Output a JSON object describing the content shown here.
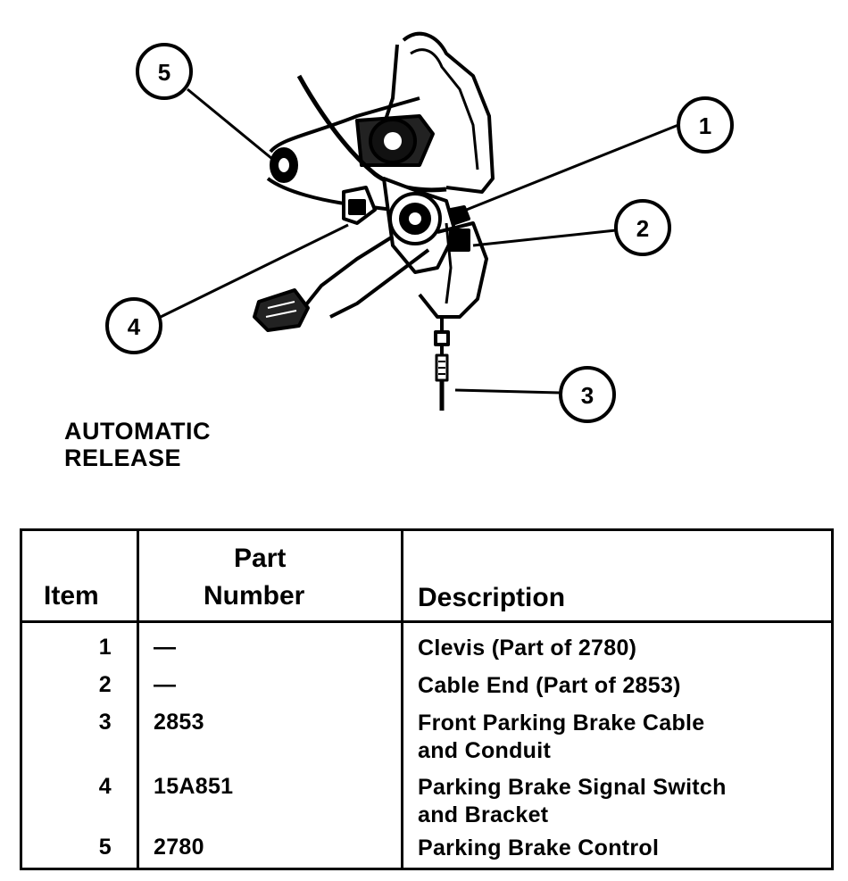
{
  "callouts": [
    "1",
    "2",
    "3",
    "4",
    "5"
  ],
  "caption": [
    "AUTOMATIC",
    "RELEASE"
  ],
  "table": {
    "headers": {
      "item": "Item",
      "part_number": [
        "Part",
        "Number"
      ],
      "description": "Description"
    },
    "rows": [
      {
        "item": "1",
        "part": "—",
        "description": [
          "Clevis (Part of 2780)"
        ]
      },
      {
        "item": "2",
        "part": "—",
        "description": [
          "Cable End (Part of 2853)"
        ]
      },
      {
        "item": "3",
        "part": "2853",
        "description": [
          "Front Parking Brake Cable",
          "and Conduit"
        ]
      },
      {
        "item": "4",
        "part": "15A851",
        "description": [
          "Parking Brake Signal Switch",
          "and Bracket"
        ]
      },
      {
        "item": "5",
        "part": "2780",
        "description": [
          "Parking Brake Control"
        ]
      }
    ]
  }
}
